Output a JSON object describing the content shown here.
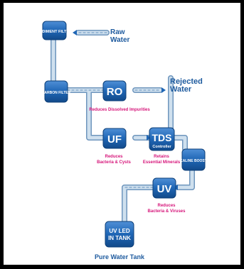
{
  "components": {
    "sediment": "SEDIMENT FILTER",
    "carbon": "CARBON FILTER",
    "ro": "RO",
    "uf": "UF",
    "tds": "TDS",
    "tds_sub": "Controller",
    "alkaline": "ALKALINE BOOSTER",
    "uv": "UV",
    "uvled_line1": "UV LED",
    "uvled_line2": "IN TANK"
  },
  "labels": {
    "raw_line1": "Raw",
    "raw_line2": "Water",
    "rejected_line1": "Rejected",
    "rejected_line2": "Water",
    "ro_desc": "Reduces Dissolved Impurities",
    "uf_desc_line1": "Reduces",
    "uf_desc_line2": "Bacteria & Cysts",
    "tds_desc_line1": "Retains",
    "tds_desc_line2": "Essential Minerals",
    "uv_desc_line1": "Reduces",
    "uv_desc_line2": "Bacteria & Viruses",
    "tank": "Pure Water Tank"
  },
  "colors": {
    "pipe": "#bcd3e6",
    "pipe_edge": "#6f96bd",
    "box": "#1f66b5",
    "label_blue": "#1d5a9e",
    "desc_pink": "#d6157a"
  }
}
